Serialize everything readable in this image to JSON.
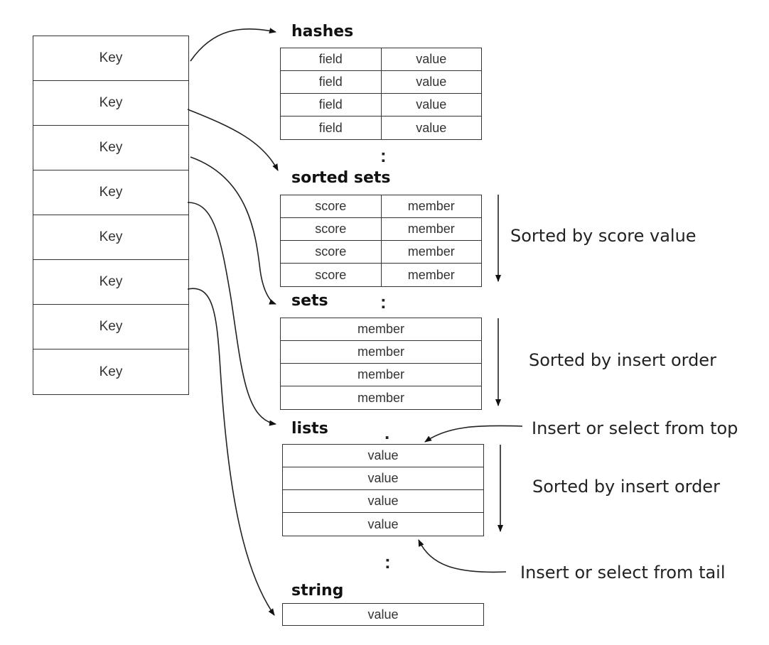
{
  "keys": [
    "Key",
    "Key",
    "Key",
    "Key",
    "Key",
    "Key",
    "Key",
    "Key"
  ],
  "hashes": {
    "title": "hashes",
    "rows": [
      [
        "field",
        "value"
      ],
      [
        "field",
        "value"
      ],
      [
        "field",
        "value"
      ],
      [
        "field",
        "value"
      ]
    ],
    "more": ":"
  },
  "sorted_sets": {
    "title": "sorted  sets",
    "rows": [
      [
        "score",
        "member"
      ],
      [
        "score",
        "member"
      ],
      [
        "score",
        "member"
      ],
      [
        "score",
        "member"
      ]
    ],
    "note": "Sorted by score value",
    "more": ":"
  },
  "sets": {
    "title": "sets",
    "rows": [
      "member",
      "member",
      "member",
      "member"
    ],
    "note": "Sorted by insert order"
  },
  "lists": {
    "title": "lists",
    "rows": [
      "value",
      "value",
      "value",
      "value"
    ],
    "note": "Sorted by insert order",
    "note_top": "Insert or select from top",
    "note_tail": "Insert or select from tail",
    "more_top": ".",
    "more": ":"
  },
  "string": {
    "title": "string",
    "value": "value"
  }
}
